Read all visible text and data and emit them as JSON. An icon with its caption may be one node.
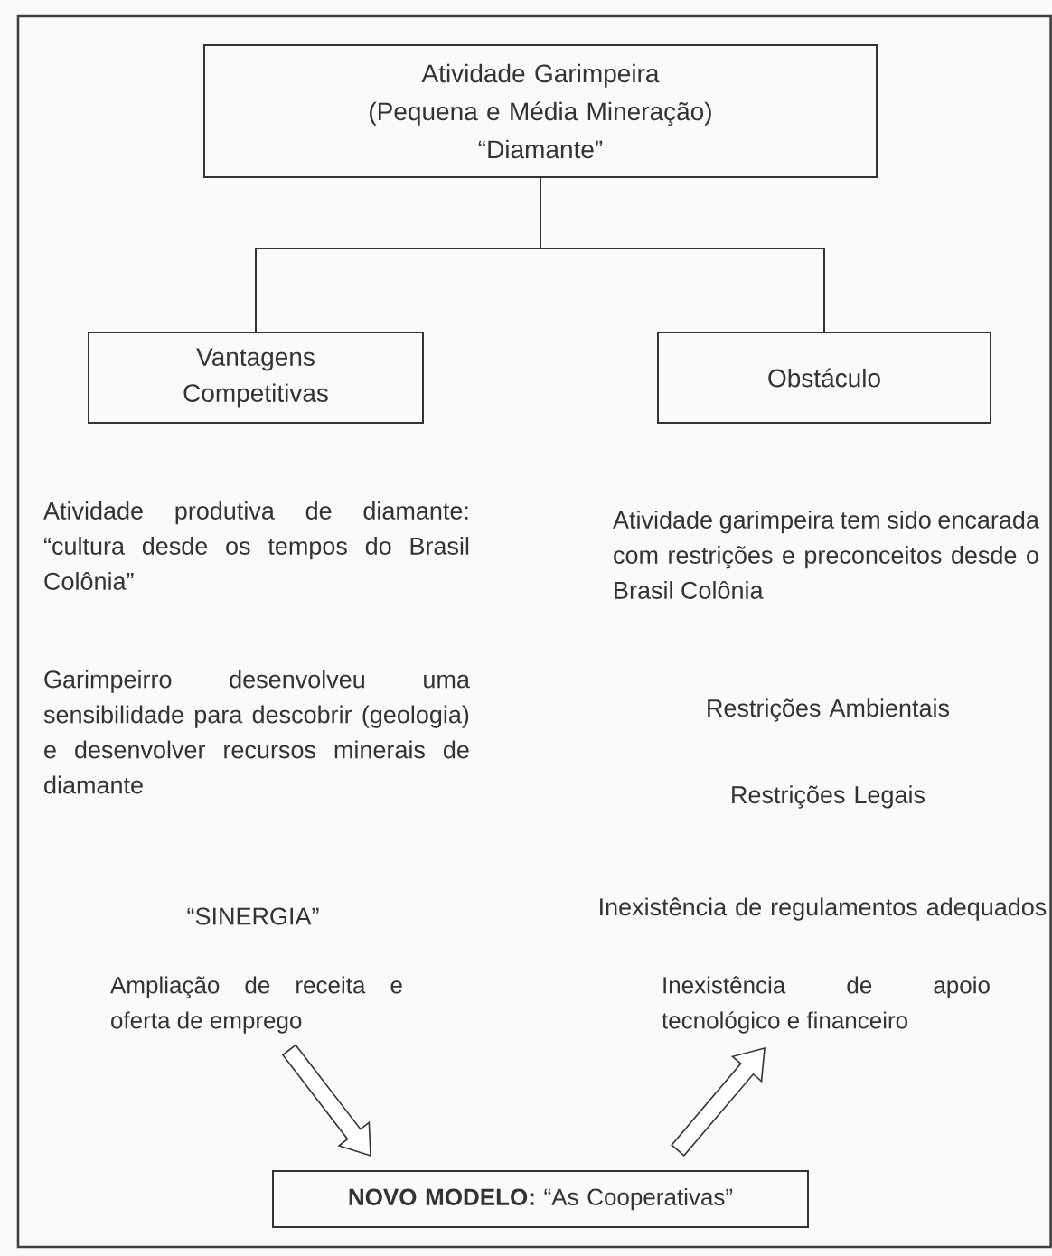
{
  "diagram": {
    "nodes": [
      {
        "text": [
          "Atividade Garimpeira",
          "(Pequena e Média Mineração)",
          "“Diamante”"
        ]
      },
      {
        "text": [
          "Vantagens Competitivas"
        ]
      },
      {
        "text": [
          "Obstáculo"
        ]
      },
      {
        "text": [
          "Ampliação de receita e oferta de emprego"
        ]
      },
      {
        "text": [
          "Inexistência de apoio tecnológico e financeiro"
        ]
      },
      {
        "text": [
          "**NOVO MODELO:** “As Cooperativas”"
        ]
      }
    ],
    "edges": [
      {
        "from": 0,
        "to": 1,
        "arrow": "none"
      },
      {
        "from": 0,
        "to": 2,
        "arrow": "none"
      },
      {
        "from": 3,
        "to": 5,
        "arrow": "to"
      },
      {
        "from": 5,
        "to": 4,
        "arrow": "to"
      }
    ],
    "labels": [
      "Atividade produtiva de diamante: “cultura desde os tempos do Brasil Colônia”",
      "Atividade garimpeira tem sido encarada com restrições e preconceitos desde o Brasil Colônia",
      "Garimpeirro desenvolveu uma sensibilidade para descobrir (geologia) e desenvolver recursos minerais de diamante",
      "Restrições Ambientais",
      "Restrições Legais",
      "“SINERGIA”",
      "Inexistência de regulamentos adequados"
    ]
  }
}
